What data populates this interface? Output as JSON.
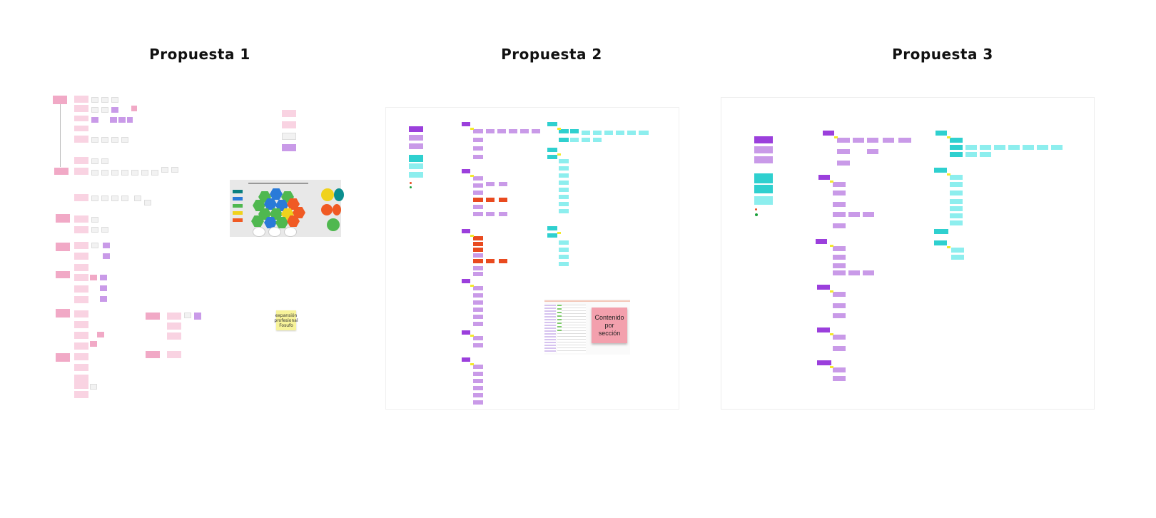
{
  "titles": {
    "p1": "Propuesta 1",
    "p2": "Propuesta 2",
    "p3": "Propuesta 3"
  },
  "notes": {
    "yellow": "expansión profesional Fosufo",
    "contenido": "Contenido por sección"
  },
  "colors": {
    "pink": "#f1a9c6",
    "purple": "#9b3fdc",
    "light_purple": "#c99ae8",
    "cyan": "#2fd0cf",
    "orange": "#e94a1f",
    "yellow": "#f7f39a",
    "salmon": "#f3a0ad"
  }
}
